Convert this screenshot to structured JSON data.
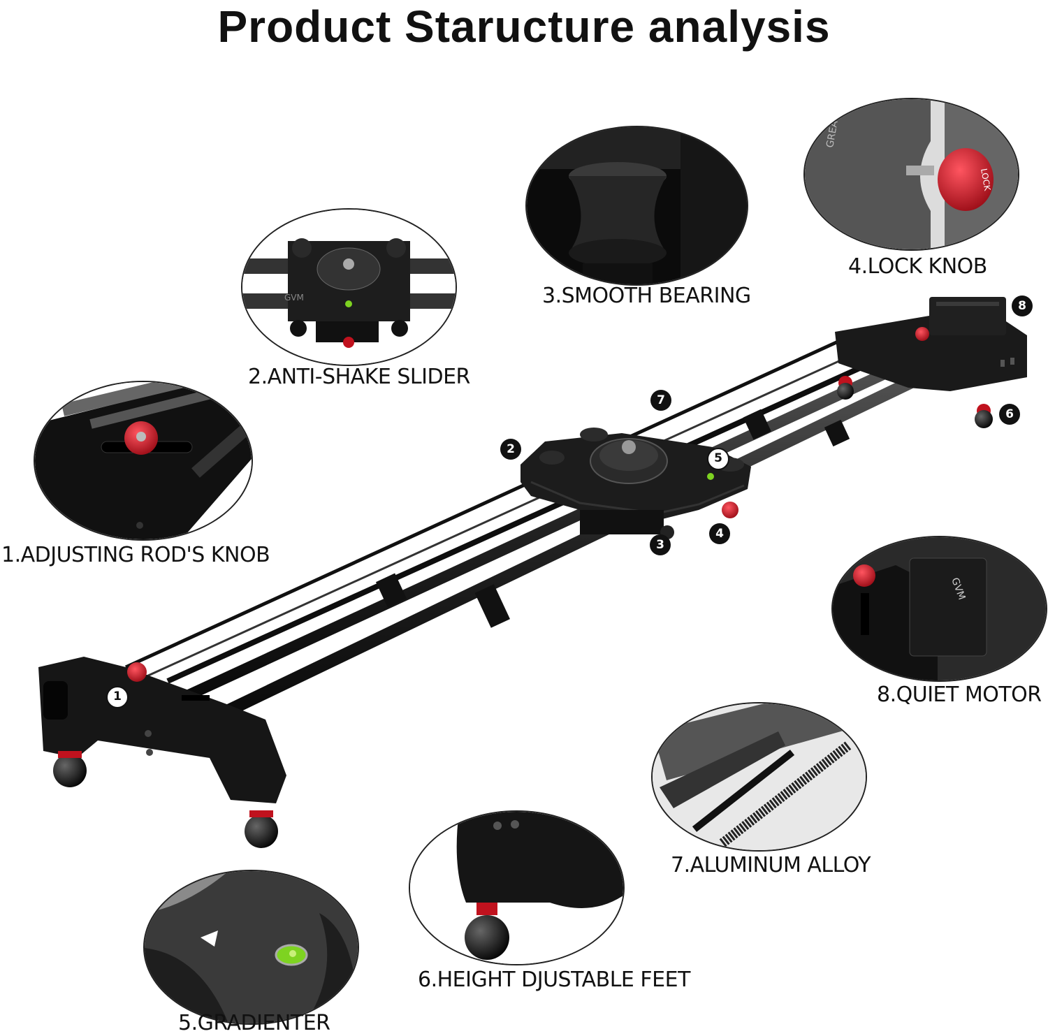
{
  "title": "Product Staructure analysis",
  "features": [
    {
      "label": "1.ADJUSTING ROD'S KNOB",
      "marker": "1"
    },
    {
      "label": "2.ANTI-SHAKE SLIDER",
      "marker": "2"
    },
    {
      "label": "3.SMOOTH BEARING",
      "marker": "3"
    },
    {
      "label": "4.LOCK KNOB",
      "marker": "4"
    },
    {
      "label": "5.GRADIENTER",
      "marker": "5"
    },
    {
      "label": "6.HEIGHT  DJUSTABLE FEET",
      "marker": "6"
    },
    {
      "label": "7.ALUMINUM ALLOY",
      "marker": "7"
    },
    {
      "label": "8.QUIET MOTOR",
      "marker": "8"
    }
  ],
  "engravings": {
    "brand": "GVM",
    "lock_text": "LOCK",
    "maker_text": "GREAT VIDEO MAKER"
  },
  "colors": {
    "accent": "#c0121e",
    "body": "#1a1a1a",
    "bubble_level": "#7ed321"
  }
}
